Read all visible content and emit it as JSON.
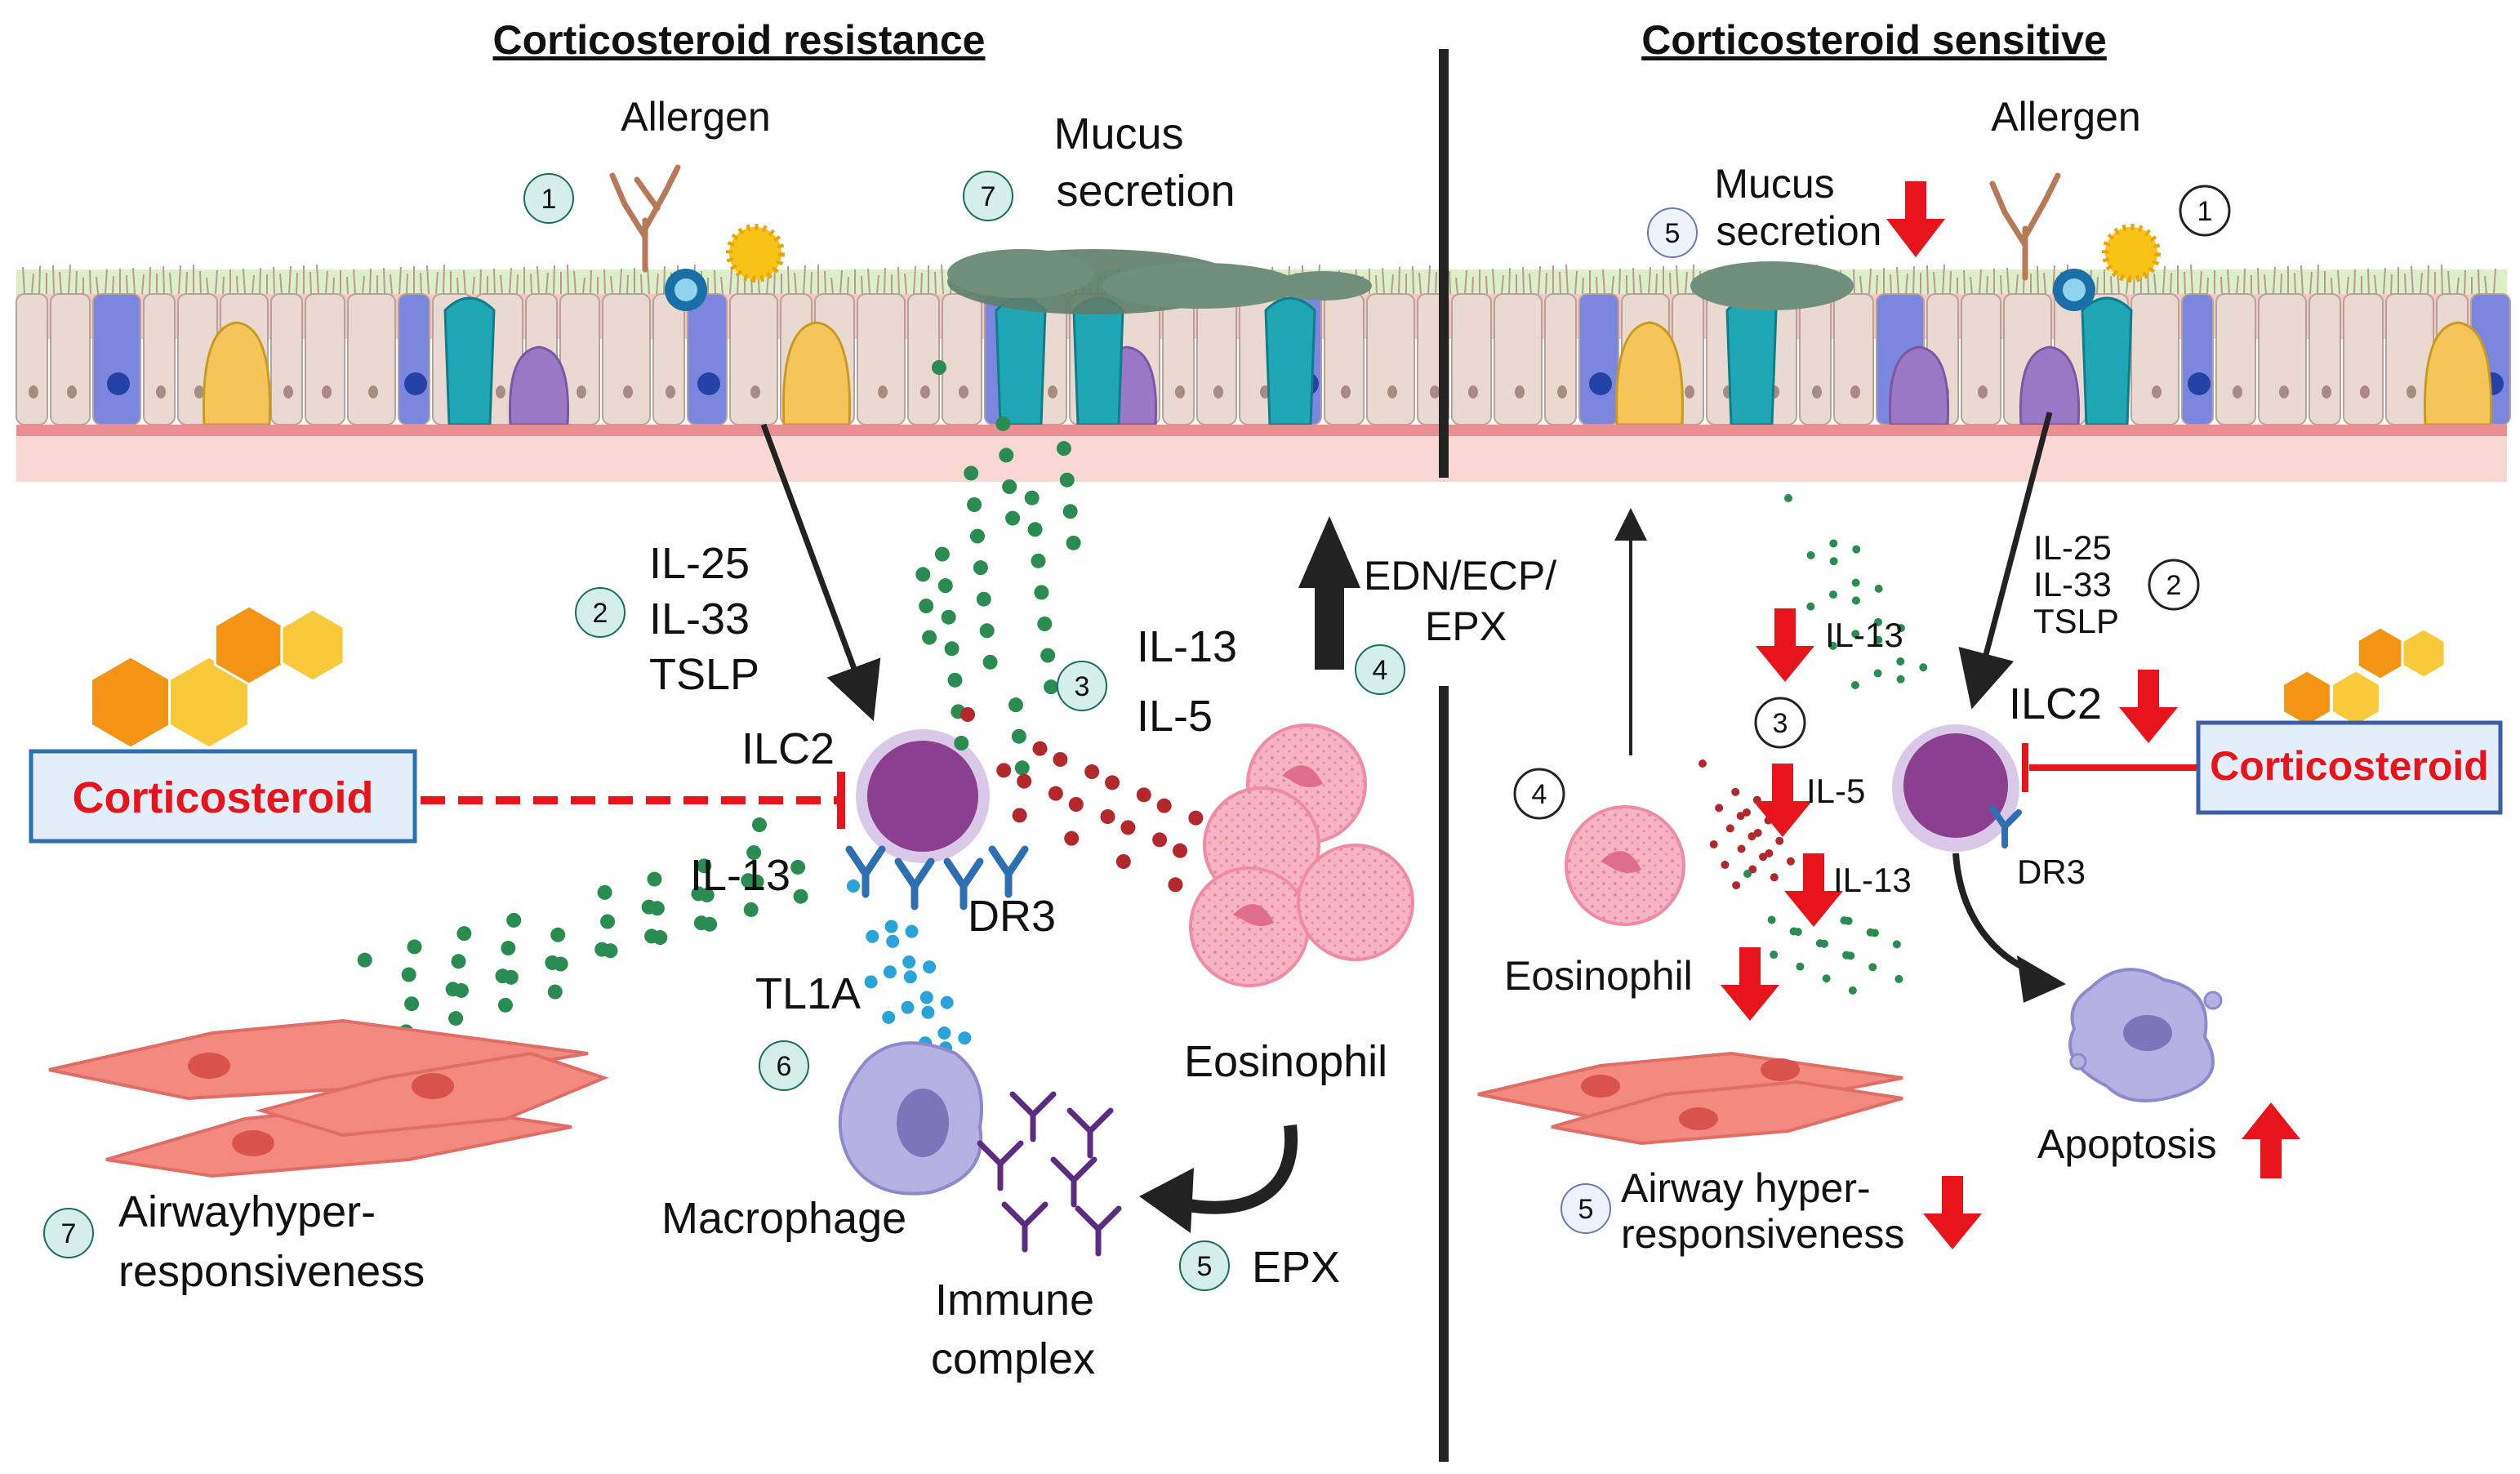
{
  "left_panel": {
    "title": "Corticosteroid resistance",
    "allergen_label": "Allergen",
    "mucus_label_line1": "Mucus",
    "mucus_label_line2": "secretion",
    "cytokines_line1": "IL-25",
    "cytokines_line2": "IL-33",
    "cytokines_line3": "TSLP",
    "ilc2_label": "ILC2",
    "il13_top_label": "IL-13",
    "il5_label": "IL-5",
    "il13_left_label": "IL-13",
    "dr3_label": "DR3",
    "tl1a_label": "TL1A",
    "corticosteroid_label": "Corticosteroid",
    "edn_line1": "EDN/ECP/",
    "edn_line2": "EPX",
    "eosinophil_label": "Eosinophil",
    "macrophage_label": "Macrophage",
    "immune_line1": "Immune",
    "immune_line2": "complex",
    "epx_label": "EPX",
    "ahr_line1": "Airwayhyper-",
    "ahr_line2": "responsiveness",
    "steps": {
      "s1": "1",
      "s2": "2",
      "s3": "3",
      "s4": "4",
      "s5": "5",
      "s6": "6",
      "s7a": "7",
      "s7b": "7"
    }
  },
  "right_panel": {
    "title": "Corticosteroid sensitive",
    "allergen_label": "Allergen",
    "mucus_line1": "Mucus",
    "mucus_line2": "secretion",
    "cytokines_line1": "IL-25",
    "cytokines_line2": "IL-33",
    "cytokines_line3": "TSLP",
    "ilc2_label": "ILC2",
    "corticosteroid_label": "Corticosteroid",
    "il13_top_label": "IL-13",
    "il5_label": "IL-5",
    "il13_bottom_label": "IL-13",
    "dr3_label": "DR3",
    "eosinophil_label": "Eosinophil",
    "apoptosis_label": "Apoptosis",
    "ahr_line1": "Airway hyper-",
    "ahr_line2": "responsiveness",
    "steps": {
      "s1": "1",
      "s2": "2",
      "s3": "3",
      "s4": "4",
      "s5a": "5",
      "s5b": "5"
    }
  },
  "colors": {
    "teal_circle": "#d4efe9",
    "inhibition_red": "#e8141b",
    "ilc2_purple": "#8a3f8f",
    "il13_green": "#2a8c50",
    "il5_red": "#b3282c",
    "tl1a_blue": "#29a3d8",
    "dr3_blue": "#2d6fb0",
    "hexagon_orange": "#f29416",
    "hexagon_yellow": "#f7c93b",
    "corticosteroid_box_fill": "#e2eefa",
    "epithelium_pink": "#f4d5d0"
  }
}
